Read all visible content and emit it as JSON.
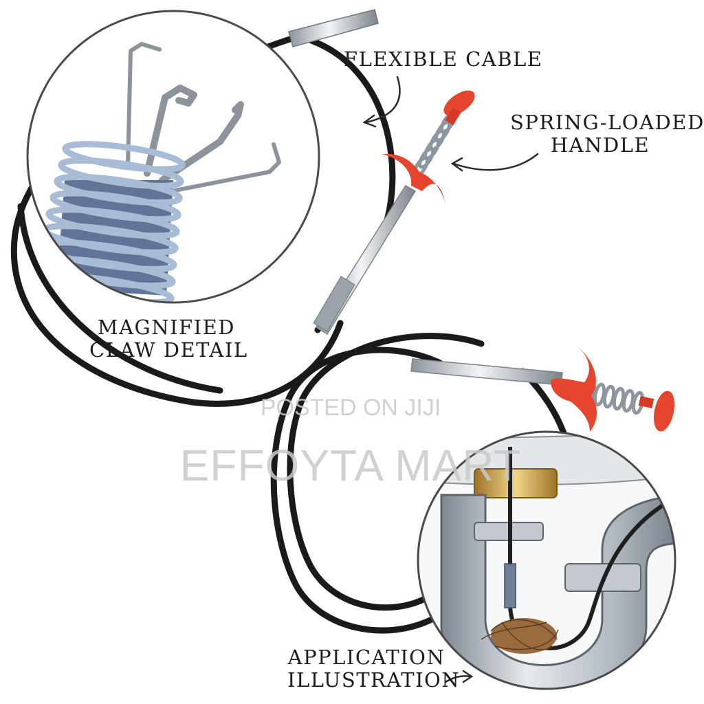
{
  "labels": {
    "cable": "FLEXIBLE CABLE",
    "handle": [
      "SPRING-LOADED",
      "HANDLE"
    ],
    "claw": [
      "MAGNIFIED",
      "CLAW DETAIL"
    ],
    "application": [
      "APPLICATION",
      "ILLUSTRATION"
    ]
  },
  "watermark": {
    "line1": "POSTED ON JIJI",
    "line2": "EFFOYTA MART"
  },
  "colors": {
    "background": "#ffffff",
    "cable": "#1a1a1a",
    "handle_red": "#e5452f",
    "spring_blue": "#7f93b4",
    "pipe_gray": "#a7afb8",
    "brass": "#c9a24a"
  },
  "icons": [
    "arrow-icon"
  ]
}
